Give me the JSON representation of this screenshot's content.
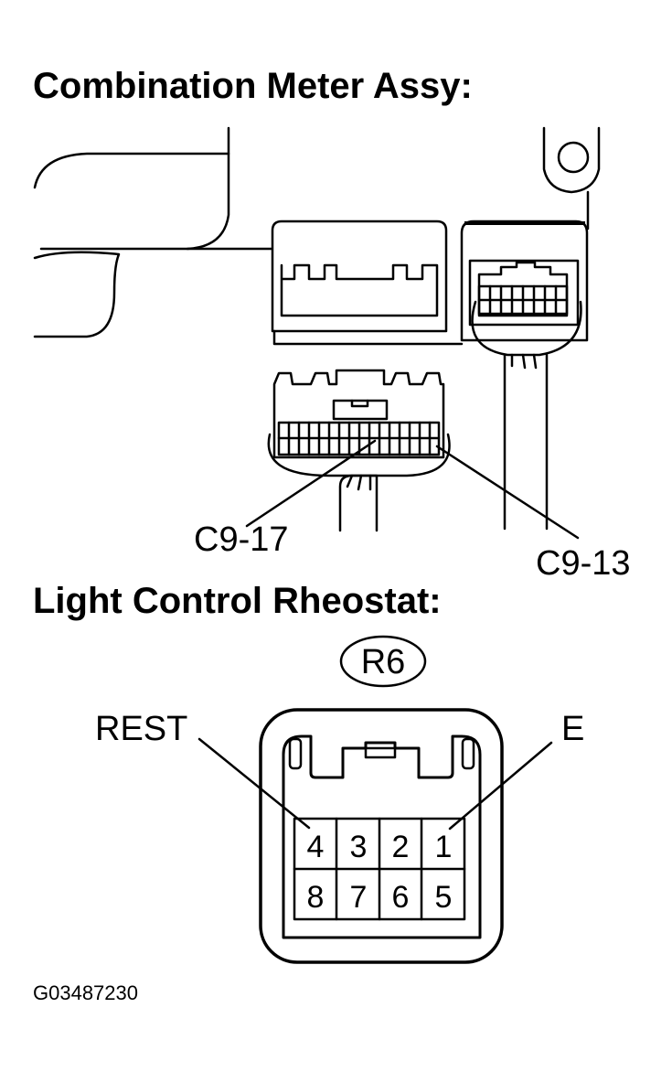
{
  "sections": {
    "combination_meter": {
      "title": "Combination Meter Assy:"
    },
    "light_control": {
      "title": "Light Control Rheostat:"
    }
  },
  "callouts": {
    "c9_17": "C9-17",
    "c9_13": "C9-13",
    "connector_id": "R6",
    "rest": "REST",
    "e": "E"
  },
  "rheostat_pins": {
    "top_row": [
      "4",
      "3",
      "2",
      "1"
    ],
    "bottom_row": [
      "8",
      "7",
      "6",
      "5"
    ]
  },
  "figure_code": "G03487230"
}
